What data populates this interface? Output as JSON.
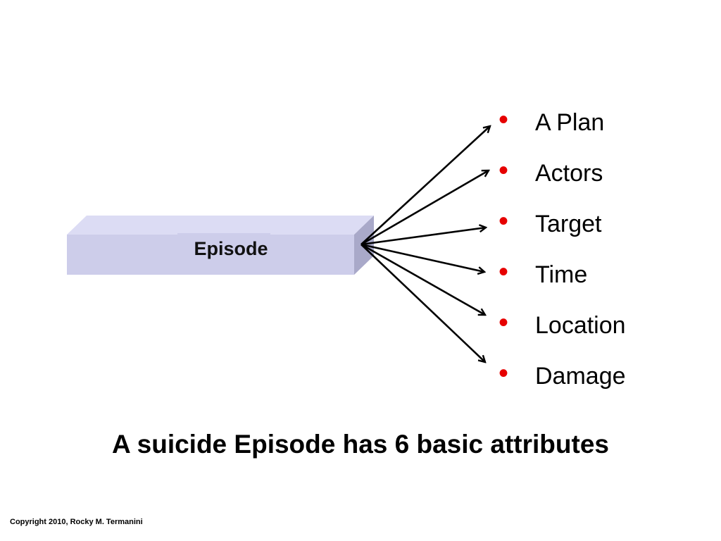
{
  "diagram": {
    "box_label": "Episode",
    "box_colors": {
      "front": "#cdcdea",
      "top": "#dcdcf4",
      "side": "#a9a9c9"
    },
    "arrow_color": "#000000",
    "bullet_color": "#e60000",
    "attributes": [
      {
        "label": "A Plan"
      },
      {
        "label": "Actors"
      },
      {
        "label": "Target"
      },
      {
        "label": "Time"
      },
      {
        "label": "Location"
      },
      {
        "label": "Damage"
      }
    ]
  },
  "caption": "A suicide Episode has 6 basic attributes",
  "copyright": "Copyright 2010, Rocky M. Termanini"
}
